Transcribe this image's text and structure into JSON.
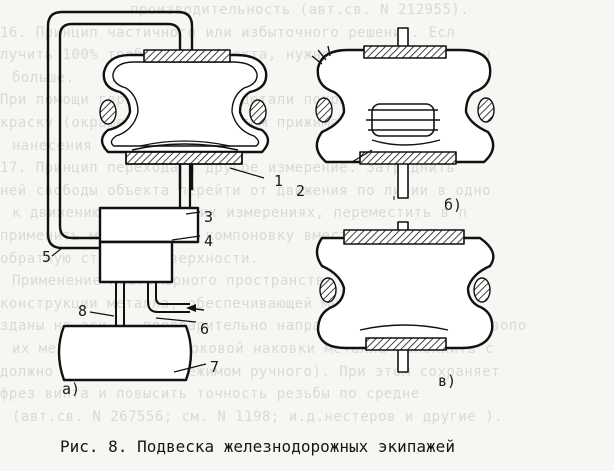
{
  "background_text": [
    "производительность (авт.св. N 212955).",
    "16. Принцип частичного или избыточного решения. Есл",
    "лучить 100% требуемого эффекта, нужно получить чуть мен",
    "больше.",
    "При помощи горячего свинца детали покрывают с изб",
    "краску (окрашенные части затем прижимают ролик (авт.с",
    "нанесения краски).",
    "17. Принцип перехода в другое измерение. Затруднить",
    "ней свободы объекта перейти от движения по линии в одно",
    "к движению в нескольких измерениях, переместить в п",
    "применить многоэтажную компоновку вместо однослойной,",
    "обратную сторону поверхности.",
    "Применение многомерного пространства была при со",
    "конструкции металла, обеспечивающей многочисленные",
    "зданы на оси... предварительно направленных их на противопо",
    "их металла стороне боковой наковки металла выполнить с",
    "должно направленным режимом ручного). При этом сохраняет",
    "фрез винта и повысить точность резьбы по средне",
    "(авт.св. N 267556; см. N 1198; и.д.нестеров и другие )."
  ],
  "labels": {
    "n1": "1",
    "n2": "2",
    "n3": "3",
    "n4": "4",
    "n5": "5",
    "n6": "6",
    "n7": "7",
    "n8": "8",
    "a": "а)",
    "b": "б)",
    "v": "в)"
  },
  "caption": "Рис. 8. Подвеска железнодорожных экипажей"
}
